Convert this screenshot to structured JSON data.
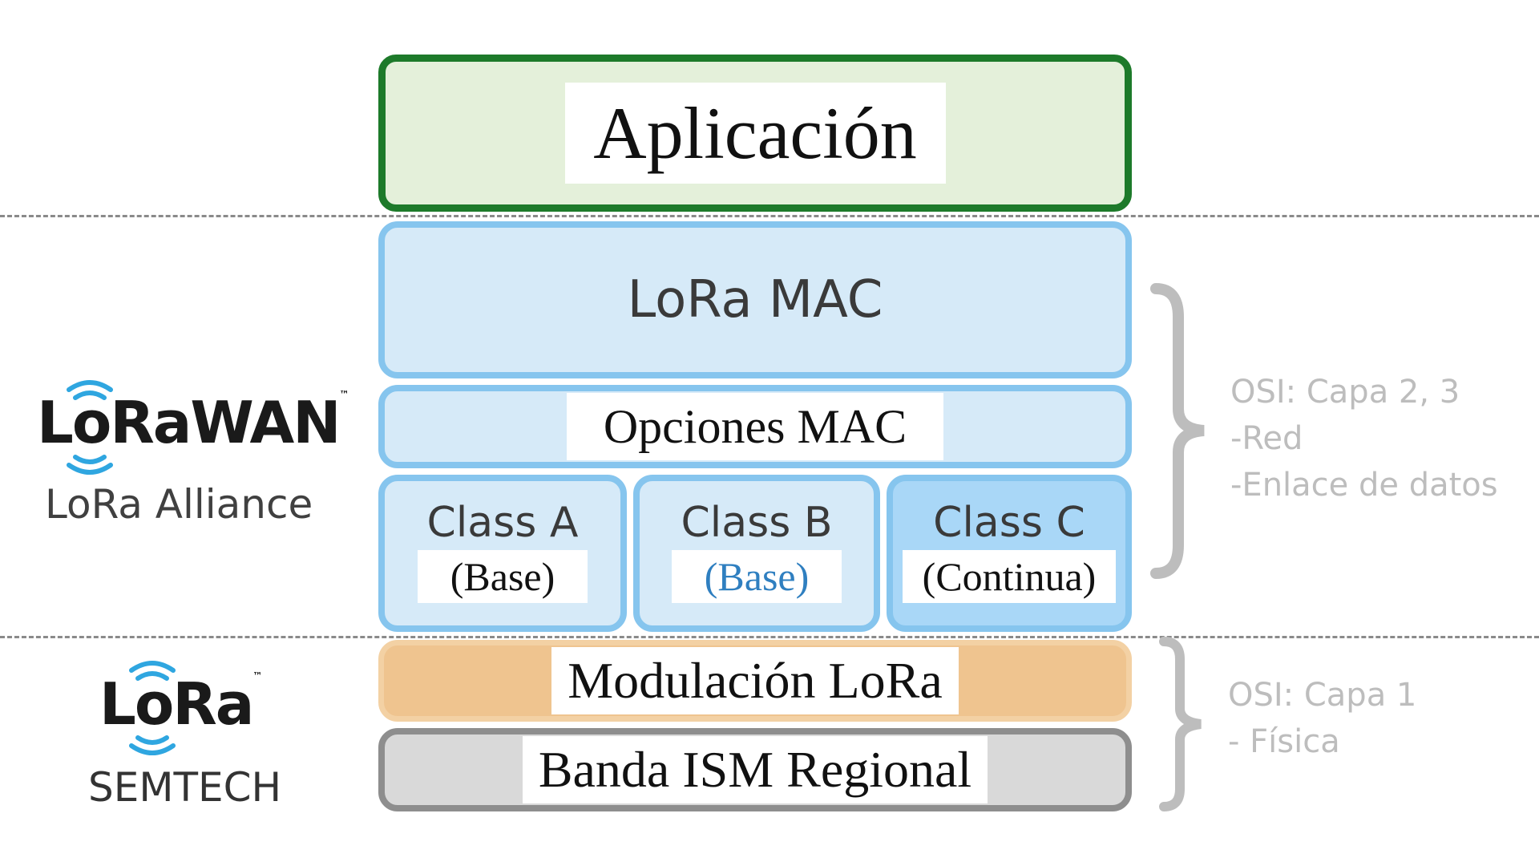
{
  "layers": {
    "application": "Aplicación",
    "lora_mac": "LoRa MAC",
    "mac_options": "Opciones MAC",
    "class_a": {
      "name": "Class A",
      "sub": "(Base)"
    },
    "class_b": {
      "name": "Class B",
      "sub": "(Base)"
    },
    "class_c": {
      "name": "Class C",
      "sub": "(Continua)"
    },
    "modulation": "Modulación LoRa",
    "band": "Banda ISM Regional"
  },
  "logos": {
    "lorawan": {
      "wordmark": "LoRaWAN",
      "tm": "™",
      "caption": "LoRa Alliance"
    },
    "lora": {
      "wordmark": "LoRa",
      "tm": "™",
      "caption": "SEMTECH"
    }
  },
  "osi": {
    "upper": {
      "line1": "OSI: Capa 2, 3",
      "line2": "-Red",
      "line3": "-Enlace de datos"
    },
    "lower": {
      "line1": "OSI: Capa 1",
      "line2": "- Física"
    }
  },
  "colors": {
    "application_fill": "#e4f0da",
    "application_border": "#1d7a2a",
    "mac_fill": "#d6eaf8",
    "mac_border": "#86c5ee",
    "class_c_fill": "#a9d7f7",
    "modulation_fill": "#efc48f",
    "band_fill": "#d9d9d9",
    "band_border": "#8e8e8e",
    "wave_blue": "#2fa6e0",
    "osi_text": "#bdbdbd"
  }
}
